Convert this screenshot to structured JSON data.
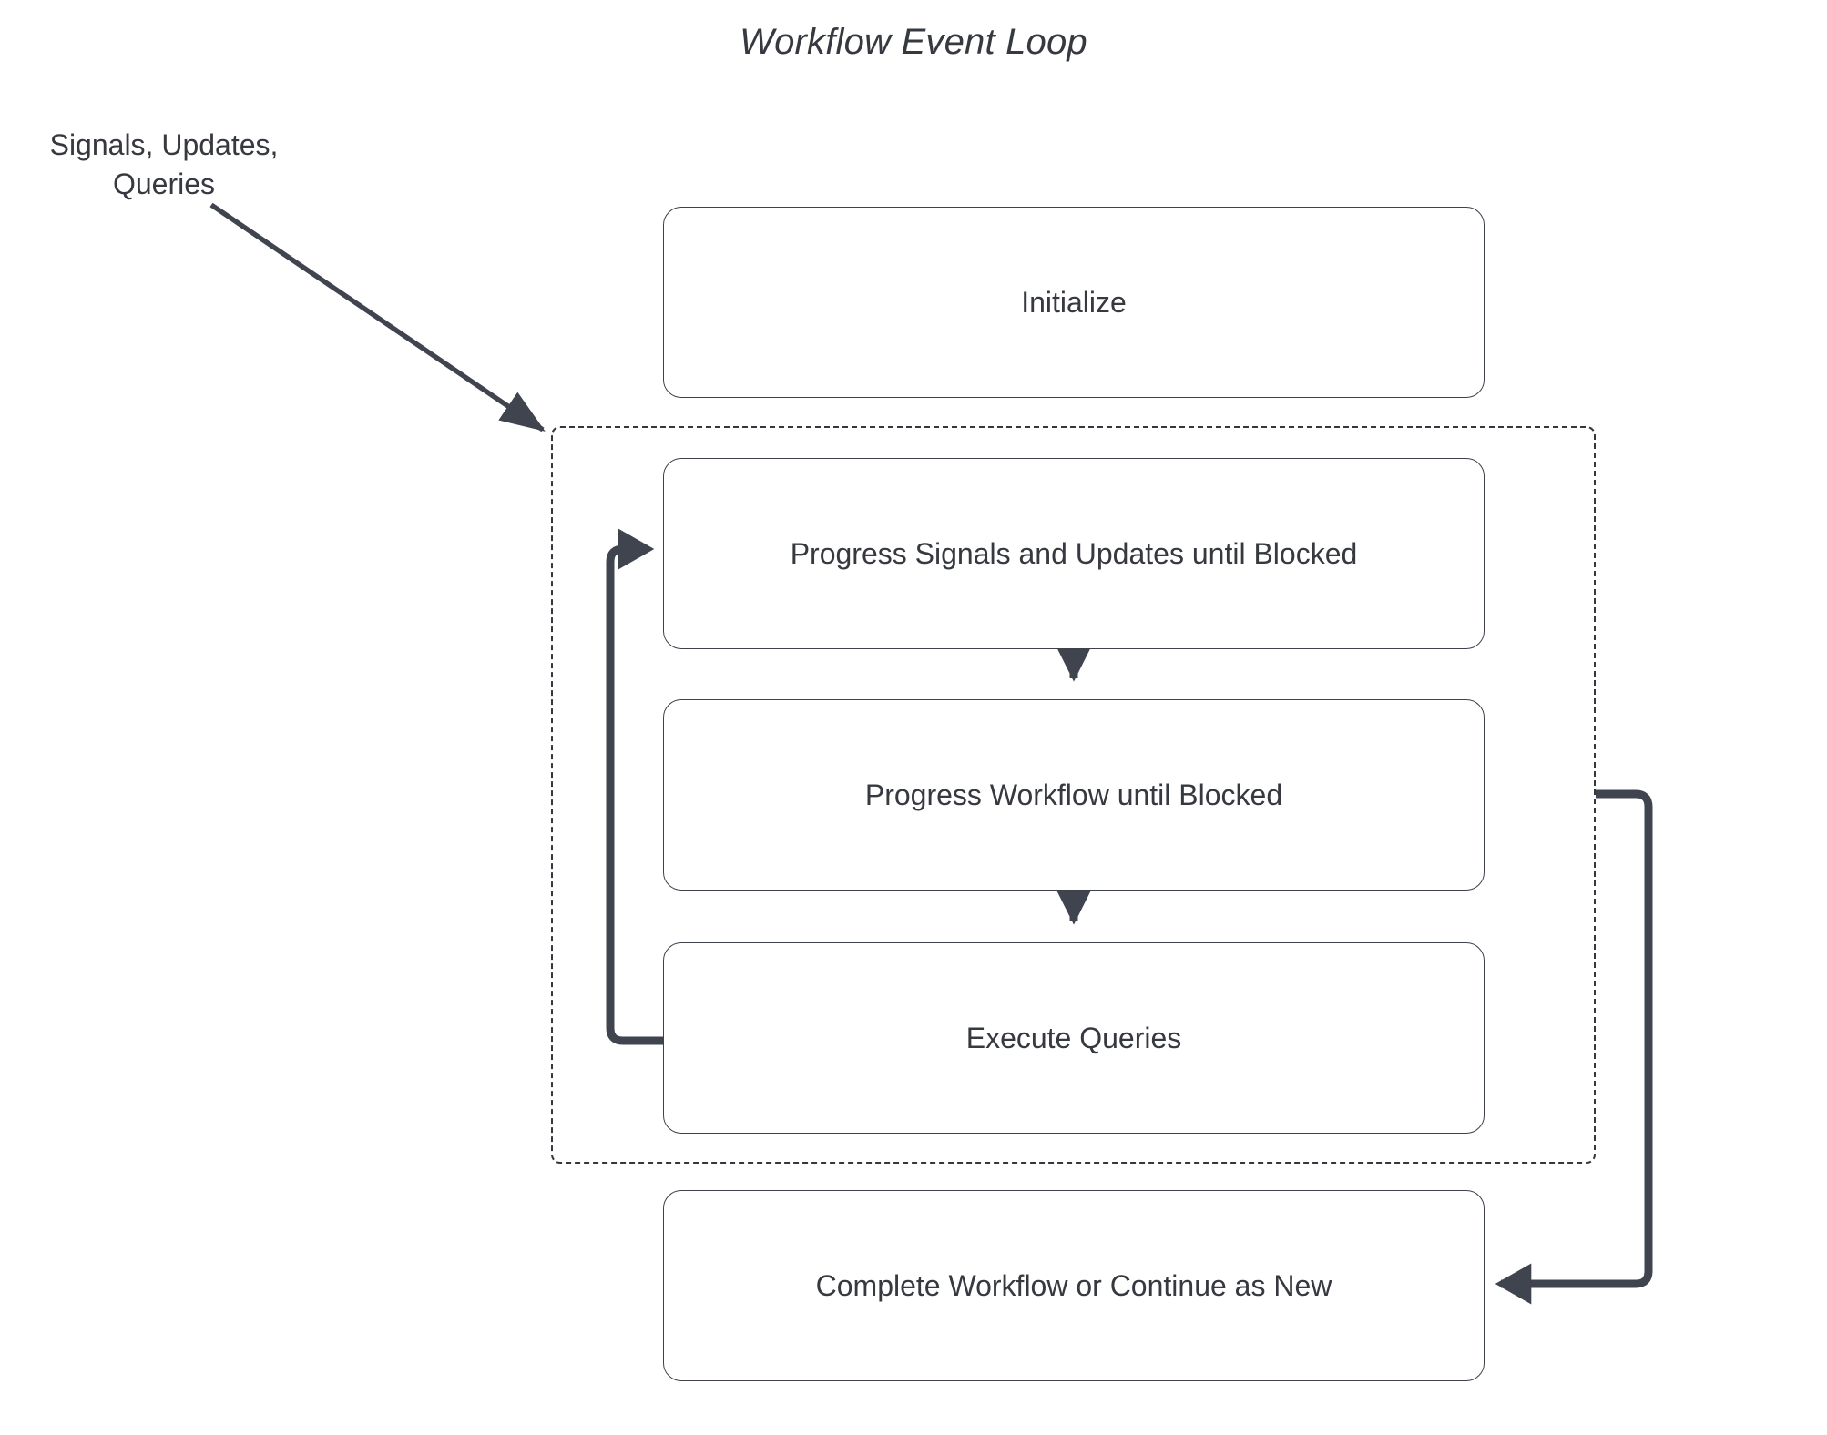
{
  "title": "Workflow Event Loop",
  "external_label": {
    "line1": "Signals, Updates,",
    "line2": "Queries"
  },
  "nodes": [
    {
      "id": "initialize",
      "label": "Initialize"
    },
    {
      "id": "progress-signals",
      "label": "Progress Signals and Updates until Blocked"
    },
    {
      "id": "progress-workflow",
      "label": "Progress Workflow until Blocked"
    },
    {
      "id": "execute-queries",
      "label": "Execute Queries"
    },
    {
      "id": "complete",
      "label": "Complete Workflow or Continue as New"
    }
  ],
  "loop_container": {
    "style": "dashed",
    "label": ""
  },
  "edges": [
    {
      "id": "input-edge",
      "from": "Signals, Updates, Queries",
      "to": "event loop",
      "style": "solid-thin-arrow"
    },
    {
      "id": "signals-to-workflow",
      "from": "Progress Signals and Updates until Blocked",
      "to": "Progress Workflow until Blocked",
      "style": "solid-thin-arrow"
    },
    {
      "id": "workflow-to-queries",
      "from": "Progress Workflow until Blocked",
      "to": "Execute Queries",
      "style": "solid-thin-arrow"
    },
    {
      "id": "queries-loop-back",
      "from": "Execute Queries",
      "to": "Progress Signals and Updates until Blocked",
      "style": "thick-arrow"
    },
    {
      "id": "loop-to-complete",
      "from": "event loop",
      "to": "Complete Workflow or Continue as New",
      "style": "thick-arrow"
    }
  ],
  "colors": {
    "stroke": "#3d4149",
    "thick_stroke": "#3f444e",
    "text": "#36393f",
    "background": "#ffffff"
  }
}
